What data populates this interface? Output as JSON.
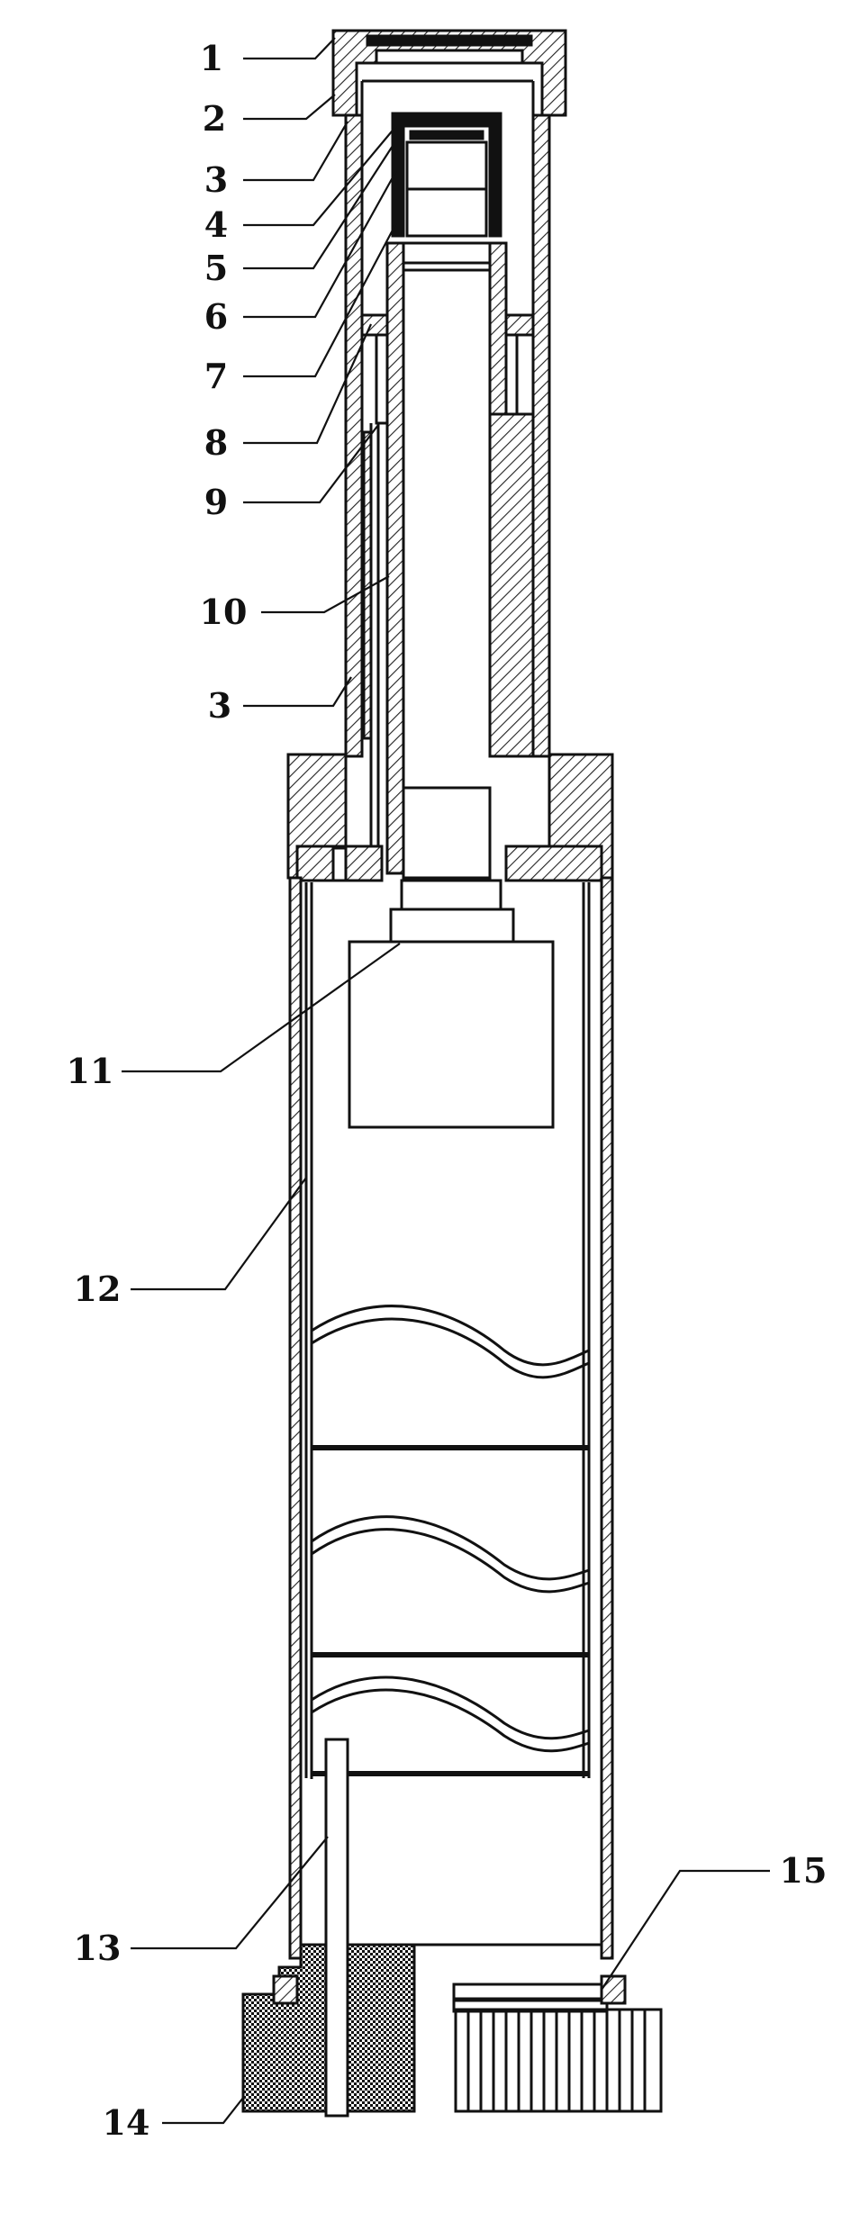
{
  "labels": [
    {
      "id": "1",
      "text": "1"
    },
    {
      "id": "2",
      "text": "2"
    },
    {
      "id": "3a",
      "text": "3"
    },
    {
      "id": "4",
      "text": "4"
    },
    {
      "id": "5",
      "text": "5"
    },
    {
      "id": "6",
      "text": "6"
    },
    {
      "id": "7",
      "text": "7"
    },
    {
      "id": "8",
      "text": "8"
    },
    {
      "id": "9",
      "text": "9"
    },
    {
      "id": "10",
      "text": "10"
    },
    {
      "id": "3b",
      "text": "3"
    },
    {
      "id": "11",
      "text": "11"
    },
    {
      "id": "12",
      "text": "12"
    },
    {
      "id": "13",
      "text": "13"
    },
    {
      "id": "15",
      "text": "15"
    },
    {
      "id": "14",
      "text": "14"
    }
  ]
}
